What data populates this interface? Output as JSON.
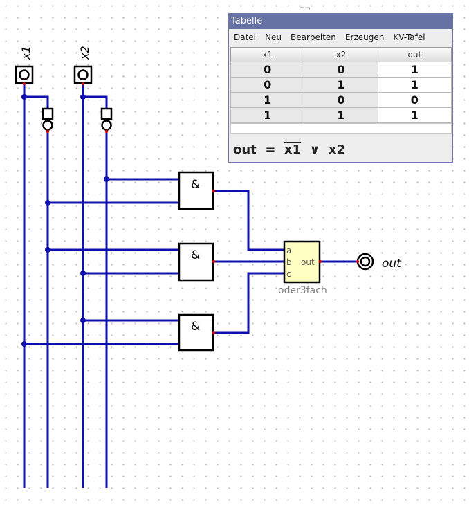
{
  "inputs": [
    {
      "id": "x1",
      "label": "x1"
    },
    {
      "id": "x2",
      "label": "x2"
    }
  ],
  "output": {
    "label": "out"
  },
  "gates": {
    "and_symbol": "&"
  },
  "module": {
    "name": "oder3fach",
    "pins": {
      "a": "a",
      "b": "b",
      "c": "c",
      "out": "out"
    }
  },
  "table_window": {
    "title": "Tabelle",
    "menu": [
      "Datei",
      "Neu",
      "Bearbeiten",
      "Erzeugen",
      "KV-Tafel"
    ],
    "columns": [
      "x1",
      "x2",
      "out"
    ],
    "rows": [
      [
        "0",
        "0",
        "1"
      ],
      [
        "0",
        "1",
        "1"
      ],
      [
        "1",
        "0",
        "0"
      ],
      [
        "1",
        "1",
        "1"
      ]
    ],
    "formula": {
      "lhs": "out",
      "eq": "=",
      "neg_term": "x1",
      "op": "∨",
      "term": "x2"
    }
  },
  "colors": {
    "wire": "#1010b0",
    "pin": "#d00000",
    "module_fill": "#ffffc4",
    "title_bar": "#6671a4"
  }
}
